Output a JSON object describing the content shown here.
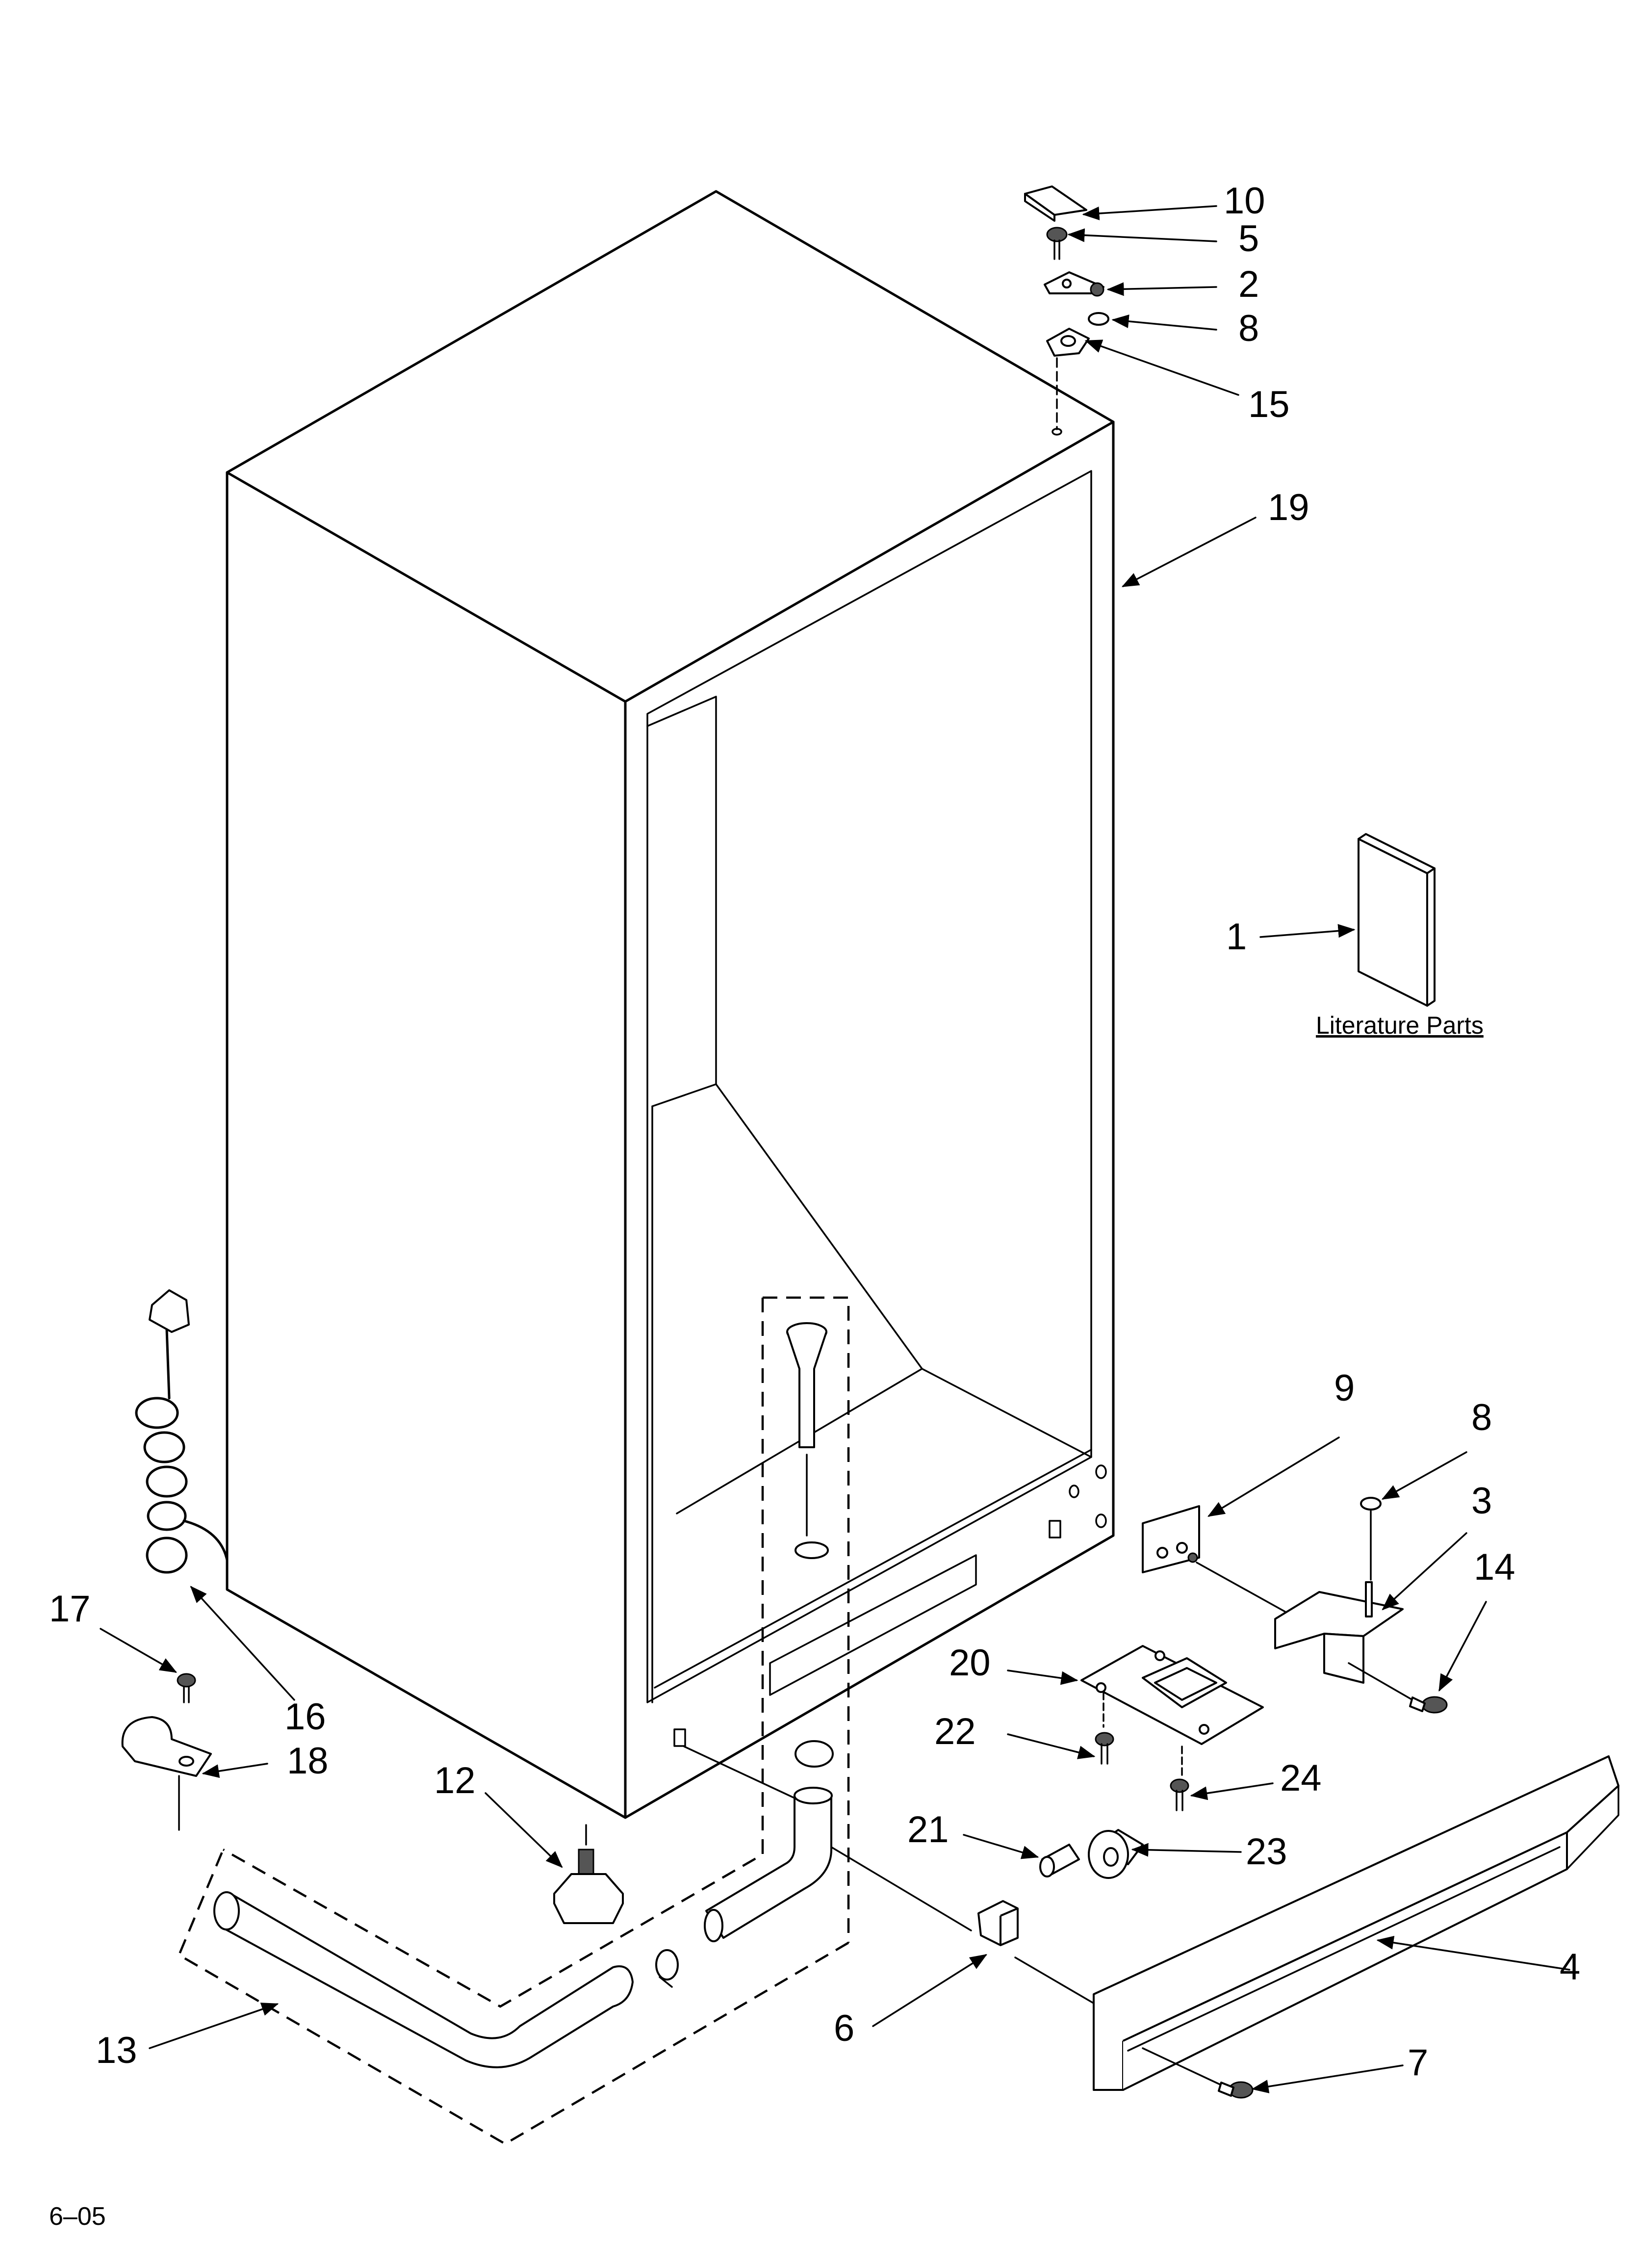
{
  "callouts": [
    "10",
    "5",
    "2",
    "8",
    "15",
    "19",
    "1",
    "9",
    "8",
    "3",
    "14",
    "20",
    "22",
    "24",
    "21",
    "23",
    "4",
    "7",
    "6",
    "12",
    "13",
    "17",
    "16",
    "18"
  ],
  "literature_label": "Literature Parts",
  "footer_code": "6–05"
}
